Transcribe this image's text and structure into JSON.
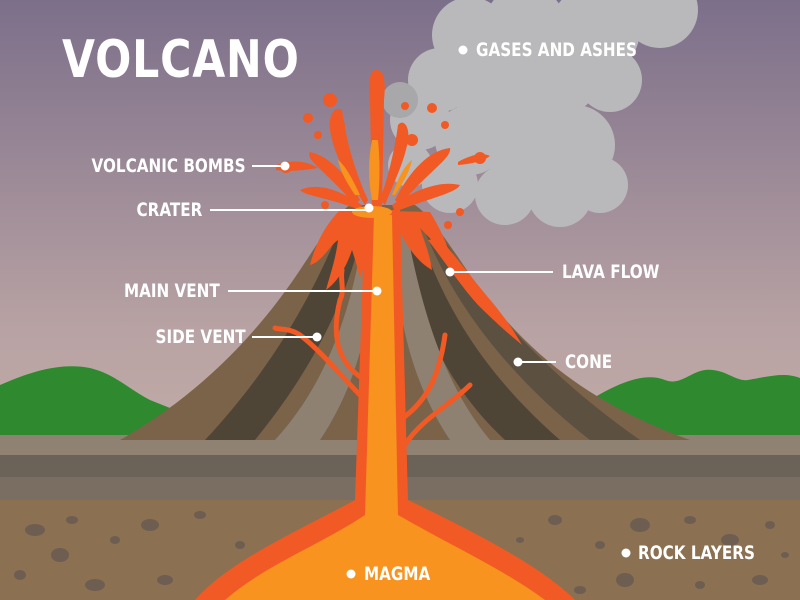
{
  "title": "VOLCANO",
  "labels": {
    "gases_and_ashes": "GASES AND ASHES",
    "volcanic_bombs": "VOLCANIC BOMBS",
    "crater": "CRATER",
    "main_vent": "MAIN VENT",
    "side_vent": "SIDE VENT",
    "lava_flow": "LAVA FLOW",
    "cone": "CONE",
    "magma": "MAGMA",
    "rock_layers": "ROCK LAYERS"
  },
  "colors": {
    "sky_top": "#7c6f8a",
    "sky_bottom": "#c9b3aa",
    "smoke": "#b9b9bb",
    "hills": "#2f8a2f",
    "cone": "#7a6349",
    "cone_stripes_dark": "#4f4537",
    "cone_stripes_light": "#8e8172",
    "ground": "#8b7052",
    "rock_layer": "#6b6258",
    "lava": "#f15a24",
    "magma": "#f7931e",
    "label_text": "#ffffff"
  }
}
